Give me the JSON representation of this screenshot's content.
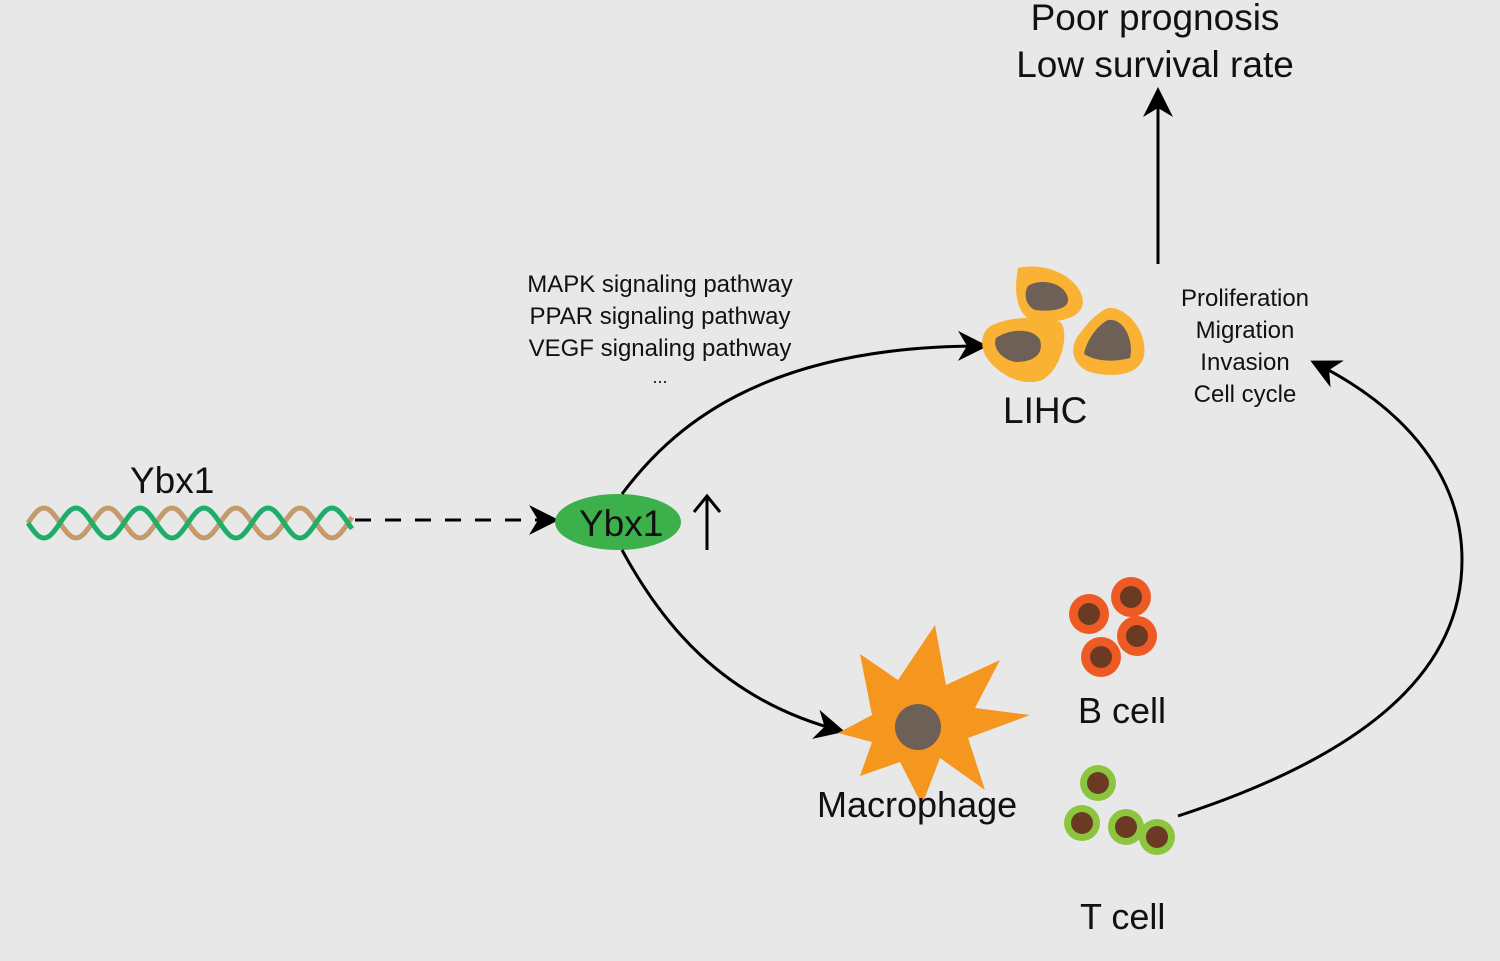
{
  "gene_label": "Ybx1",
  "protein_label": "Ybx1",
  "up_arrow_glyph": "↑",
  "pathways": [
    "MAPK signaling pathway",
    "PPAR signaling pathway",
    "VEGF signaling pathway",
    "..."
  ],
  "lihc_label": "LIHC",
  "phenotypes": [
    "Proliferation",
    "Migration",
    "Invasion",
    "Cell cycle"
  ],
  "outcomes": [
    "Poor prognosis",
    "Low survival rate"
  ],
  "macrophage_label": "Macrophage",
  "b_cell_label": "B cell",
  "t_cell_label": "T cell",
  "colors": {
    "background": "#e8e8e8",
    "dna_strand_a": "#1fae6a",
    "dna_strand_b": "#c49a6c",
    "protein_ellipse": "#3cb04a",
    "lihc_cell": "#f9b233",
    "nucleus": "#6e5f57",
    "macrophage": "#f5961f",
    "b_cell": "#ee5a24",
    "b_cell_nucleus": "#6b3a22",
    "t_cell": "#8cc63f",
    "t_cell_nucleus": "#6b3a22",
    "arrow": "#000000"
  }
}
